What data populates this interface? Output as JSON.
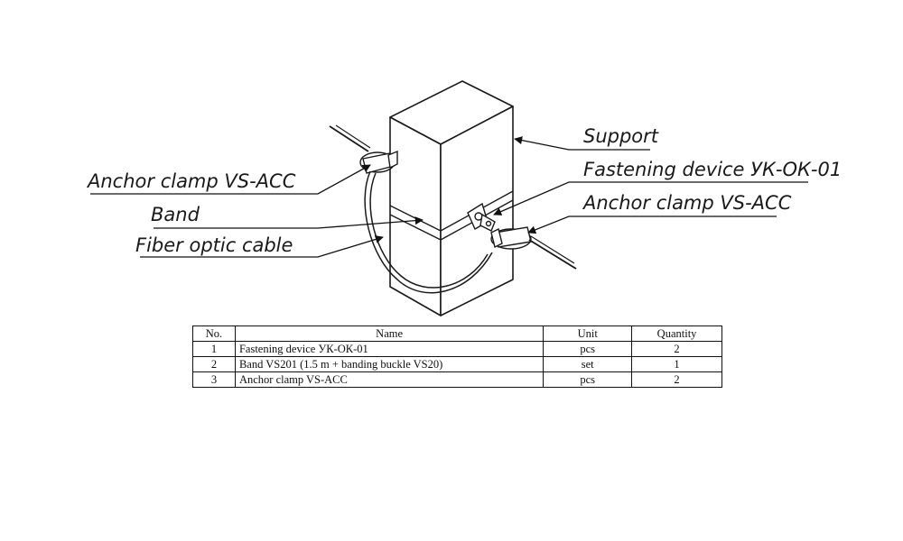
{
  "labels": {
    "support": "Support",
    "fastening_device": "Fastening device УК-ОК-01",
    "anchor_clamp_right": "Anchor clamp VS-ACC",
    "anchor_clamp_left": "Anchor clamp VS-ACC",
    "band": "Band",
    "fiber_optic_cable": "Fiber optic cable"
  },
  "table": {
    "headers": [
      "No.",
      "Name",
      "Unit",
      "Quantity"
    ],
    "rows": [
      {
        "no": "1",
        "name": "Fastening device УК-ОК-01",
        "unit": "pcs",
        "qty": "2"
      },
      {
        "no": "2",
        "name": "Band VS201 (1.5 m + banding buckle VS20)",
        "unit": "set",
        "qty": "1"
      },
      {
        "no": "3",
        "name": "Anchor clamp VS-ACC",
        "unit": "pcs",
        "qty": "2"
      }
    ]
  }
}
